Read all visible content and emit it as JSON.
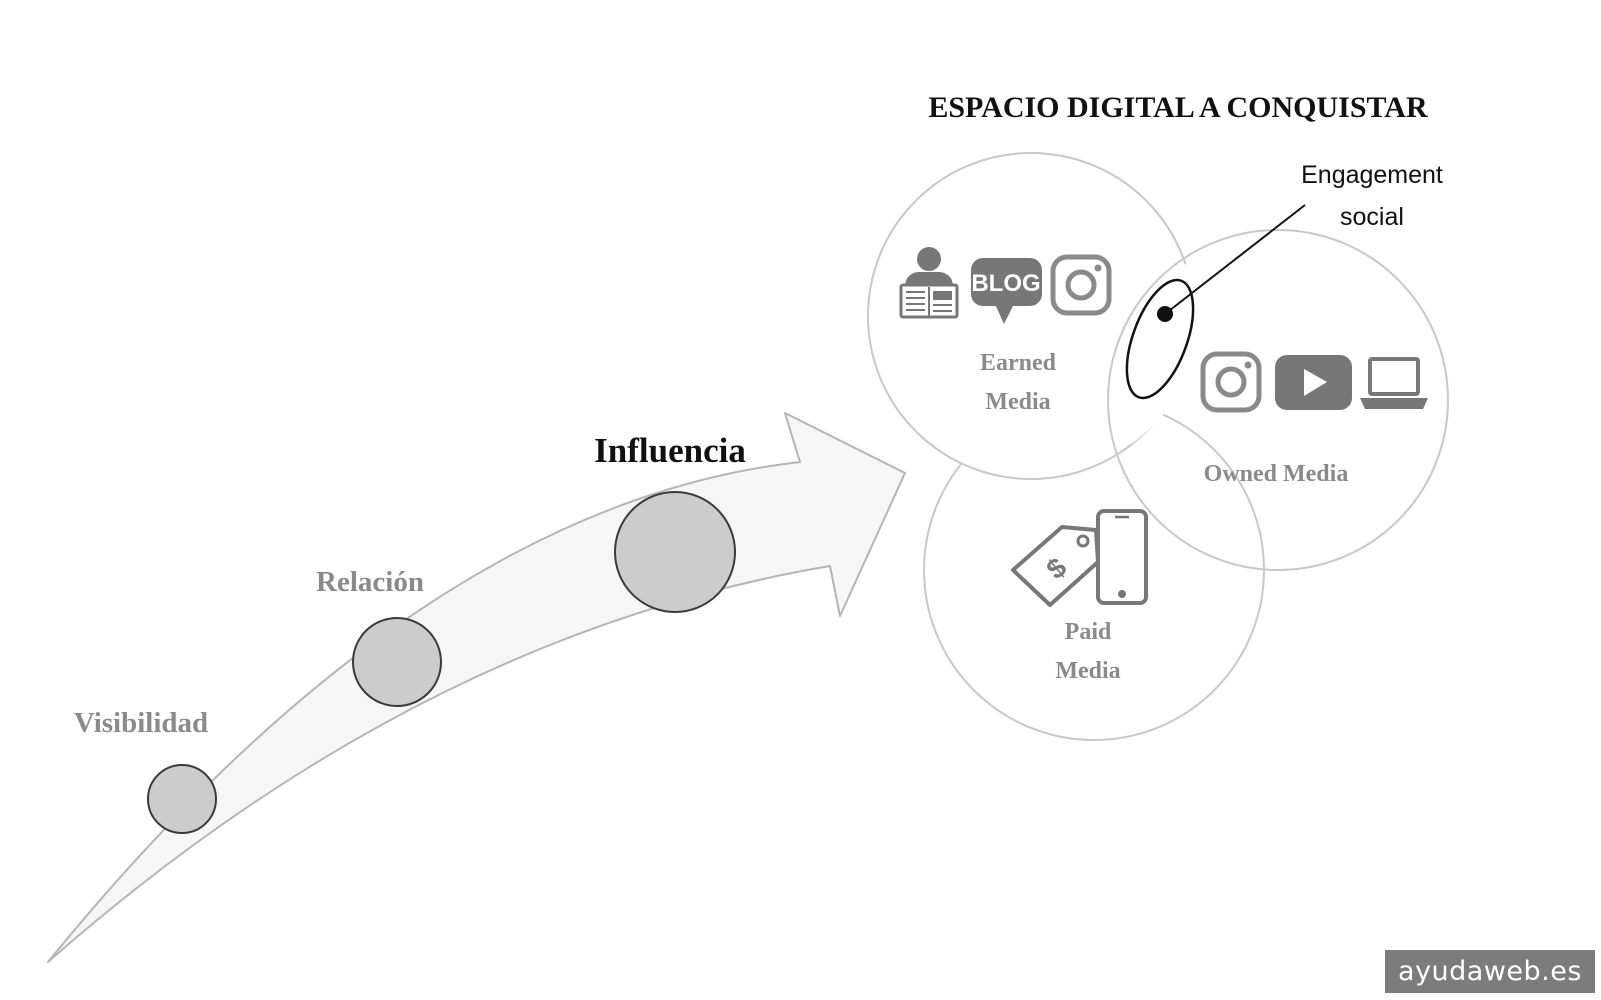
{
  "title": "ESPACIO DIGITAL A CONQUISTAR",
  "stages": [
    {
      "label": "Visibilidad"
    },
    {
      "label": "Relación"
    },
    {
      "label": "Influencia"
    }
  ],
  "media": {
    "earned": {
      "line1": "Earned",
      "line2": "Media",
      "icons": [
        "newspaper-reader-icon",
        "blog-icon",
        "instagram-icon"
      ]
    },
    "owned": {
      "label": "Owned Media",
      "icons": [
        "instagram-icon",
        "youtube-icon",
        "laptop-icon"
      ]
    },
    "paid": {
      "line1": "Paid",
      "line2": "Media",
      "icons": [
        "price-tag-icon",
        "smartphone-icon"
      ]
    }
  },
  "blog_icon_text": "BLOG",
  "tag_icon_text": "$",
  "engagement": {
    "line1": "Engagement",
    "line2": "social"
  },
  "watermark": "ayudaweb.es",
  "colors": {
    "stage_fill": "#cccccc",
    "circle_stroke": "#c8c8c8",
    "icon_gray": "#777777",
    "text_gray": "#8a8a8a"
  }
}
